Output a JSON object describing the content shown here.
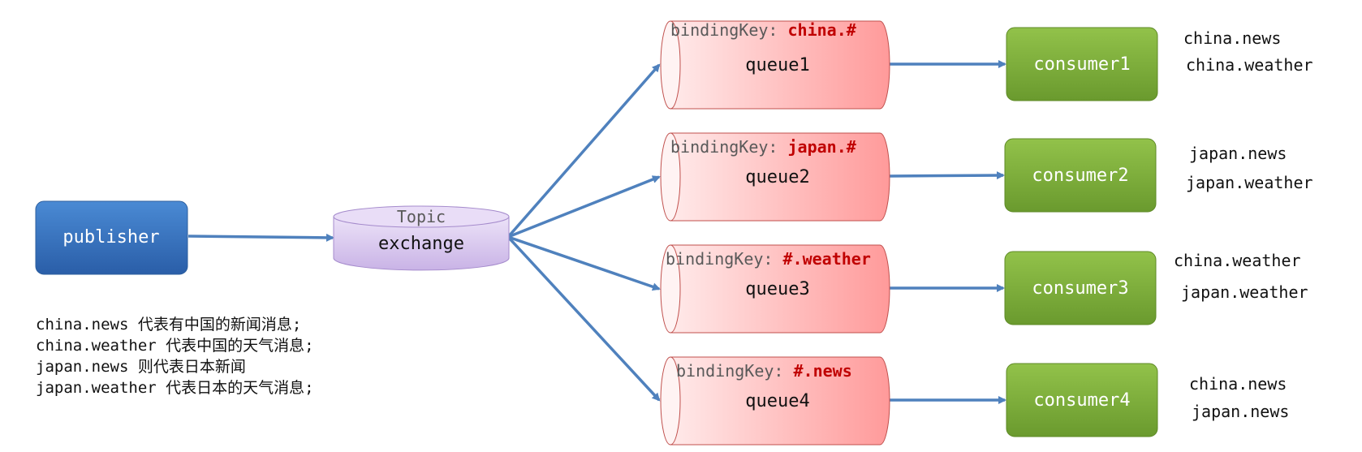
{
  "publisher": {
    "label": "publisher"
  },
  "exchange": {
    "type_label": "Topic",
    "label": "exchange"
  },
  "binding_prefix": "bindingKey: ",
  "queues": [
    {
      "label": "queue1",
      "binding_key": "china.#"
    },
    {
      "label": "queue2",
      "binding_key": "japan.#"
    },
    {
      "label": "queue3",
      "binding_key": "#.weather"
    },
    {
      "label": "queue4",
      "binding_key": "#.news"
    }
  ],
  "consumers": [
    {
      "label": "consumer1",
      "keys": [
        "china.news",
        "china.weather"
      ]
    },
    {
      "label": "consumer2",
      "keys": [
        "japan.news",
        "japan.weather"
      ]
    },
    {
      "label": "consumer3",
      "keys": [
        "china.weather",
        "japan.weather"
      ]
    },
    {
      "label": "consumer4",
      "keys": [
        "china.news",
        "japan.news"
      ]
    }
  ],
  "notes": [
    "china.news 代表有中国的新闻消息;",
    "china.weather 代表中国的天气消息;",
    "japan.news 则代表日本新闻",
    "japan.weather 代表日本的天气消息;"
  ],
  "colors": {
    "publisher": "#3a78c4",
    "consumer": "#7fb03a",
    "queue": "#ff9a9a",
    "exchange": "#d9c8ef",
    "arrow": "#4f81bd",
    "binding_key": "#c00000"
  }
}
